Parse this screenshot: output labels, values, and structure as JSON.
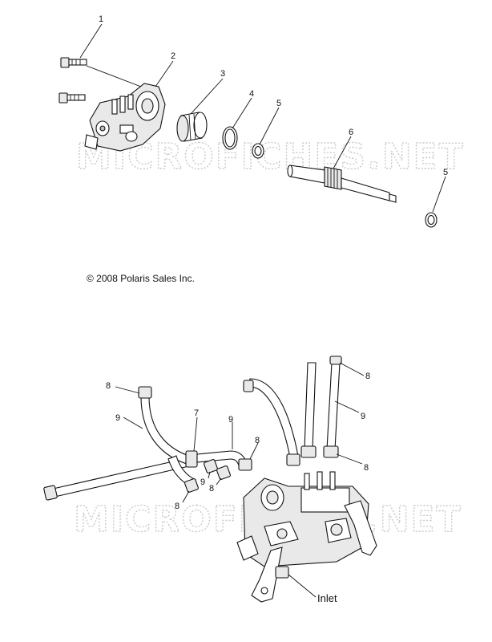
{
  "watermark": "MICROFICHES.NET",
  "copyright": "© 2008 Polaris Sales Inc.",
  "inlet_label": "Inlet",
  "callouts_top": {
    "c1": "1",
    "c2": "2",
    "c3": "3",
    "c4": "4",
    "c5a": "5",
    "c6": "6",
    "c5b": "5"
  },
  "callouts_bottom": {
    "c8a": "8",
    "c9a": "9",
    "c7": "7",
    "c9b": "9",
    "c8b": "8",
    "c9c": "9",
    "c8c": "8",
    "c8d": "8",
    "c8e": "8",
    "c9d": "9",
    "c8f": "8"
  }
}
